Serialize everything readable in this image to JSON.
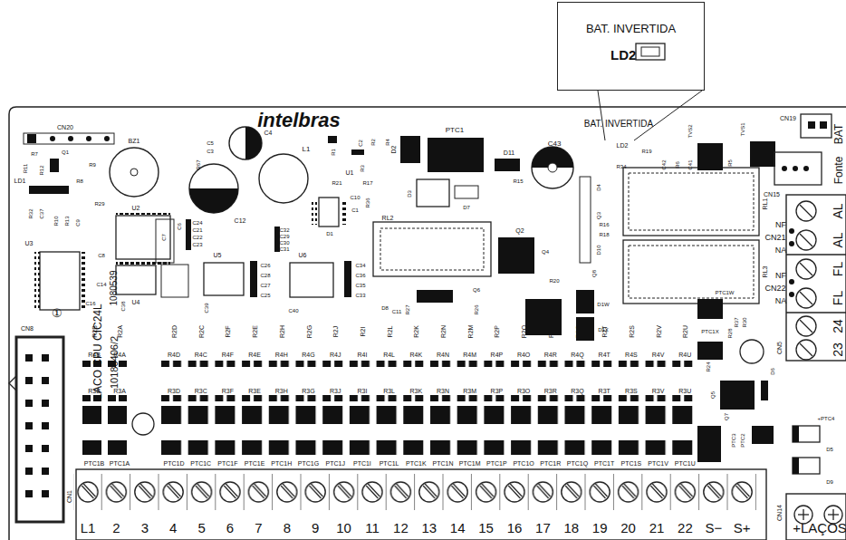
{
  "diagram": {
    "nodes": [
      {
        "text": [
          "BAT. INVERTIDA",
          "LD2"
        ]
      }
    ],
    "labels": [
      "L1",
      "2",
      "3",
      "4",
      "5",
      "6",
      "7",
      "8",
      "9",
      "10",
      "11",
      "12",
      "13",
      "14",
      "15",
      "16",
      "17",
      "18",
      "19",
      "20",
      "21",
      "22",
      "S−",
      "S+",
      "PTC1B",
      "PTC1A",
      "PTC1D",
      "PTC1C",
      "PTC1F",
      "PTC1E",
      "PTC1H",
      "PTC1G",
      "PTC1J",
      "PTC1I",
      "PTC1L",
      "PTC1K",
      "PTC1N",
      "PTC1M",
      "PTC1P",
      "PTC1O",
      "PTC1R",
      "PTC1Q",
      "PTC1T",
      "PTC1S",
      "PTC1V",
      "PTC1U",
      "R3B",
      "R3A",
      "R3D",
      "R3C",
      "R3F",
      "R3E",
      "R3H",
      "R3G",
      "R3J",
      "R3I",
      "R3L",
      "R3K",
      "R3N",
      "R3M",
      "R3P",
      "R3O",
      "R3R",
      "R3Q",
      "R3T",
      "R3S",
      "R3V",
      "R3U",
      "R4B",
      "R4A",
      "R4D",
      "R4C",
      "R4F",
      "R4E",
      "R4H",
      "R4G",
      "R4J",
      "R4I",
      "R4L",
      "R4K",
      "R4N",
      "R4M",
      "R4P",
      "R4O",
      "R4R",
      "R4Q",
      "R4T",
      "R4S",
      "R4V",
      "R4U",
      "R2B",
      "R2A",
      "R2D",
      "R2C",
      "R2F",
      "R2E",
      "R2H",
      "R2G",
      "R2J",
      "R2I",
      "R2L",
      "R2K",
      "R2N",
      "R2M",
      "R2P",
      "R2O",
      "R2R",
      "R2Q",
      "R2T",
      "R2S",
      "R2V",
      "R2U",
      "+LAÇOS",
      "CN1",
      "CN8",
      "①",
      "LACO CPU CIC24L",
      "10180406/2",
      "1080539",
      "intelbras",
      "BZ1",
      "CN20",
      "R7",
      "Q1",
      "R9",
      "R11",
      "R12",
      "LD1",
      "R8",
      "R32",
      "C37",
      "R10",
      "R13",
      "C9",
      "R29",
      "U2",
      "U3",
      "U4",
      "U5",
      "U6",
      "C8",
      "C14",
      "C16",
      "C38",
      "C6",
      "C7",
      "C24",
      "C21",
      "C22",
      "C23",
      "C32",
      "C29",
      "C30",
      "C31",
      "C26",
      "C28",
      "C27",
      "C25",
      "C34",
      "C36",
      "C35",
      "C33",
      "C39",
      "C40",
      "C5",
      "C3",
      "C4",
      "R67",
      "C12",
      "L1",
      "R1",
      "C2",
      "R2",
      "R4",
      "U1",
      "R3",
      "R21",
      "R17",
      "C10",
      "C1",
      "D1",
      "R36",
      "D2",
      "PTC1",
      "D11",
      "C43",
      "D3",
      "D7",
      "R15",
      "RL2",
      "Q2",
      "R16",
      "R18",
      "D4",
      "Q3",
      "D10",
      "Q4",
      "Q8",
      "BAT. INVERTIDA",
      "LD2",
      "R19",
      "R34",
      "C42",
      "R6",
      "C41",
      "R5",
      "TVS2",
      "TVS1",
      "CN19",
      "BAT",
      "Fonte",
      "CN15",
      "RL1",
      "RL3",
      "NF",
      "CN21",
      "NA",
      "NF",
      "CN22",
      "NA",
      "AL",
      "AL",
      "FL",
      "FL",
      "24",
      "23",
      "CN5",
      "PTC1W",
      "PTC1X",
      "R28",
      "R37",
      "R30",
      "D1W",
      "D1X",
      "R20",
      "R26",
      "Q6",
      "D8",
      "R27",
      "C11",
      "R24",
      "Q5",
      "D6",
      "Q7",
      "PTC3",
      "PTC2",
      "+PTC4",
      "D5",
      "D9",
      "CN14"
    ]
  }
}
